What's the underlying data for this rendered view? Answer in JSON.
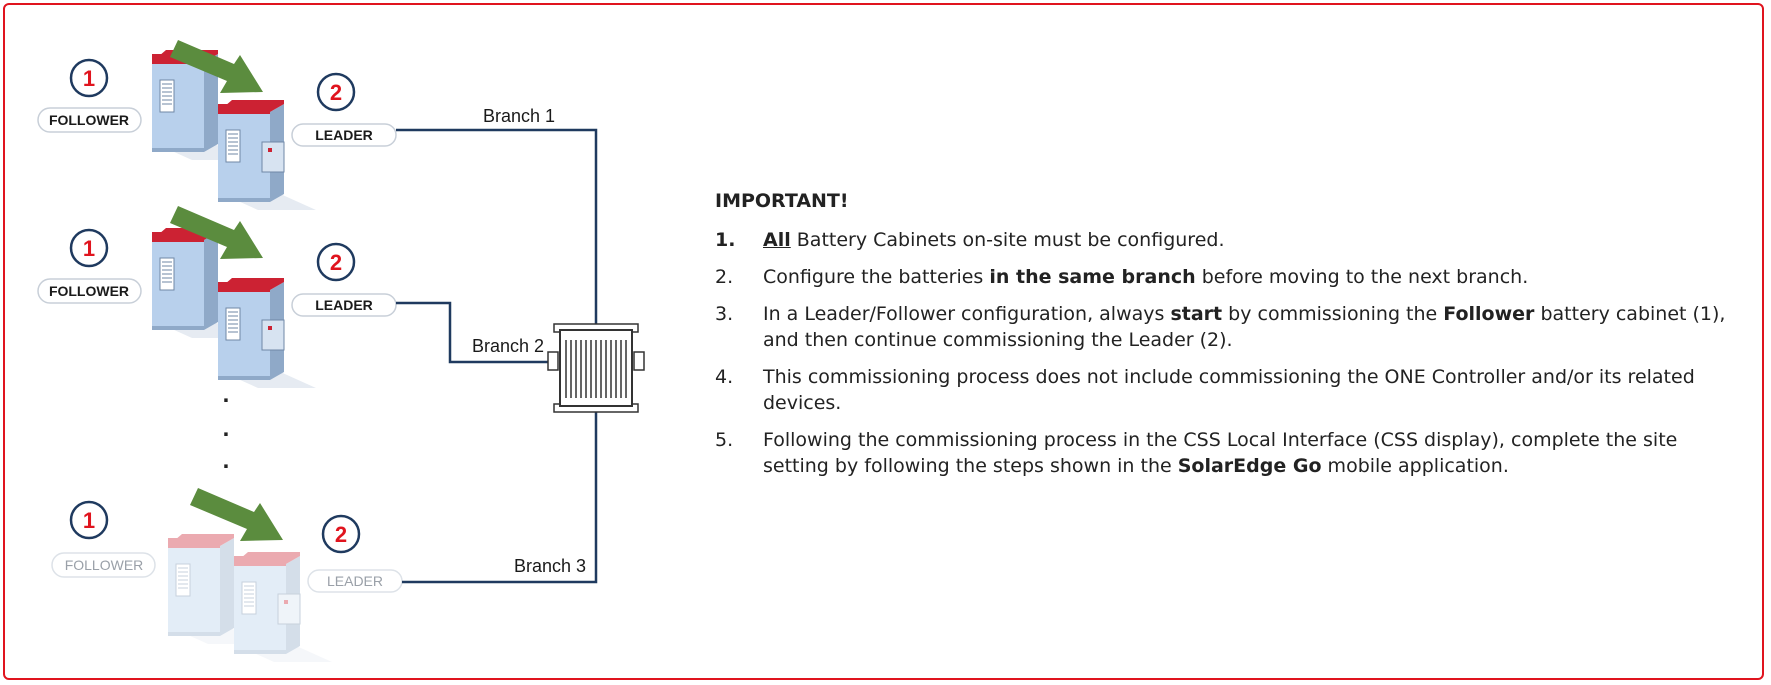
{
  "diagram": {
    "groups": [
      {
        "follower_number": "1",
        "follower_label": "FOLLOWER",
        "leader_number": "2",
        "leader_label": "LEADER",
        "branch_label": "Branch 1",
        "faded": false
      },
      {
        "follower_number": "1",
        "follower_label": "FOLLOWER",
        "leader_number": "2",
        "leader_label": "LEADER",
        "branch_label": "Branch 2",
        "faded": false
      },
      {
        "follower_number": "1",
        "follower_label": "FOLLOWER",
        "leader_number": "2",
        "leader_label": "LEADER",
        "branch_label": "Branch 3",
        "faded": true
      }
    ],
    "ellipsis": ".",
    "colors": {
      "border": "#e0141e",
      "badge": "#e0141e",
      "badge_ring": "#1f3a5f",
      "arrow": "#5b8c3e",
      "cabinet_top": "#cc2233",
      "cabinet_body": "#b8d0ec",
      "line": "#1f3a5f"
    }
  },
  "notes": {
    "heading": "IMPORTANT!",
    "items": [
      {
        "num": "1.",
        "pre": "",
        "b1": "All",
        "mid1": " Battery Cabinets on-site must be configured.",
        "b2": "",
        "mid2": "",
        "b3": "",
        "post": ""
      },
      {
        "num": "2.",
        "pre": "Configure the batteries ",
        "b1": "in the same branch",
        "mid1": " before moving to the next branch.",
        "b2": "",
        "mid2": "",
        "b3": "",
        "post": ""
      },
      {
        "num": "3.",
        "pre": "In a Leader/Follower configuration, always ",
        "b1": "start",
        "mid1": " by commissioning the ",
        "b2": "Follower",
        "mid2": " battery cabinet (1), and then continue commissioning the Leader (2).",
        "b3": "",
        "post": ""
      },
      {
        "num": "4.",
        "pre": "This commissioning process does not include commissioning the ONE Controller and/or its related devices.",
        "b1": "",
        "mid1": "",
        "b2": "",
        "mid2": "",
        "b3": "",
        "post": ""
      },
      {
        "num": "5.",
        "pre": "Following the commissioning process in the CSS Local Interface (CSS display), complete the site setting by following the steps shown in the ",
        "b1": "SolarEdge Go",
        "mid1": " mobile application.",
        "b2": "",
        "mid2": "",
        "b3": "",
        "post": ""
      }
    ]
  }
}
